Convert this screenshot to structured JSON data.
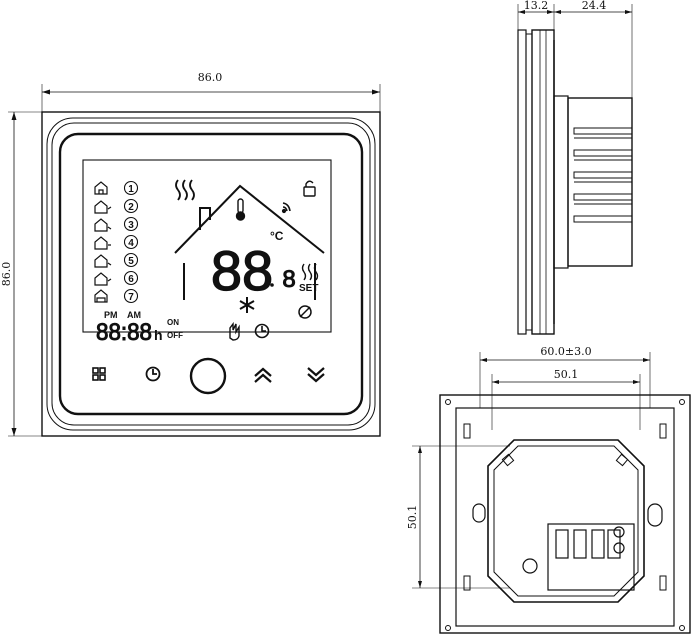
{
  "front_view": {
    "width_dim": "86.0",
    "height_dim": "86.0",
    "display": {
      "program_numbers": [
        "1",
        "2",
        "3",
        "4",
        "5",
        "6",
        "7"
      ],
      "temp_digits": "88",
      "temp_decimal": "8",
      "temp_unit": "°C",
      "set_label": "SET",
      "clock_digits": "88:88",
      "hour_suffix": "h",
      "pm_label": "PM",
      "am_label": "AM",
      "on_label": "ON",
      "off_label": "OFF"
    },
    "buttons": [
      "menu",
      "clock",
      "power",
      "up",
      "down"
    ]
  },
  "side_view": {
    "top_dim_left": "13.2",
    "top_dim_right": "24.4"
  },
  "back_view": {
    "outer_dim": "60.0±3.0",
    "inner_dim": "50.1",
    "vertical_dim": "50.1"
  }
}
